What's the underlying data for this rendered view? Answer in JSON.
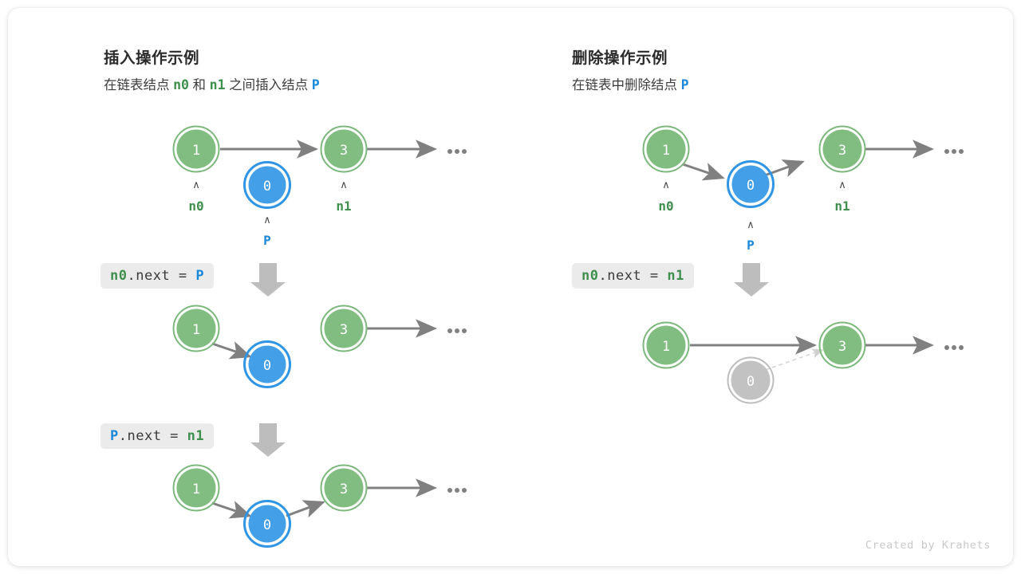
{
  "card": {
    "credit": "Created by Krahets"
  },
  "colors": {
    "node_green_fill": "#81bd81",
    "node_green_ring": "#7cb87c",
    "node_blue_fill": "#43a0e8",
    "node_blue_ring": "#2f95e4",
    "node_gray_fill": "#c2c2c2",
    "node_gray_ring": "#bdbdbd",
    "arrow_gray": "#808080",
    "arrow_dashed": "#d6d6d6",
    "label_green": "#3f8f4f",
    "label_blue": "#1a87d8",
    "chip_bg": "#ebebeb",
    "text_dark": "#2b2b2b",
    "caret_gray": "#4a4a4a",
    "dots_gray": "#808080"
  },
  "panels": [
    {
      "id": "insert",
      "title": "插入操作示例",
      "subtitle_parts": [
        {
          "text": "在链表结点 ",
          "style": "plain"
        },
        {
          "text": "n0",
          "style": "green-mono"
        },
        {
          "text": " 和 ",
          "style": "plain"
        },
        {
          "text": "n1",
          "style": "green-mono"
        },
        {
          "text": " 之间插入结点 ",
          "style": "plain"
        },
        {
          "text": "P",
          "style": "blue-mono"
        }
      ],
      "steps": [
        {
          "code": null,
          "nodes": [
            {
              "value": "1",
              "color": "green",
              "label": "n0",
              "label_color": "green",
              "caret": true
            },
            {
              "value": "0",
              "color": "blue",
              "label": "P",
              "label_color": "blue",
              "caret": true
            },
            {
              "value": "3",
              "color": "green",
              "label": "n1",
              "label_color": "green",
              "caret": true
            }
          ],
          "edges": [
            "1 -> 3",
            "3 -> ..."
          ]
        },
        {
          "code": {
            "parts": [
              {
                "text": "n0",
                "style": "green-mono"
              },
              {
                "text": ".next = ",
                "style": "plain"
              },
              {
                "text": "P",
                "style": "blue-mono"
              }
            ]
          },
          "nodes": [
            {
              "value": "1",
              "color": "green"
            },
            {
              "value": "0",
              "color": "blue"
            },
            {
              "value": "3",
              "color": "green"
            }
          ],
          "edges": [
            "1 -> 0 (diagonal)",
            "3 -> ..."
          ]
        },
        {
          "code": {
            "parts": [
              {
                "text": "P",
                "style": "blue-mono"
              },
              {
                "text": ".next = ",
                "style": "plain"
              },
              {
                "text": "n1",
                "style": "green-mono"
              }
            ]
          },
          "nodes": [
            {
              "value": "1",
              "color": "green"
            },
            {
              "value": "0",
              "color": "blue"
            },
            {
              "value": "3",
              "color": "green"
            }
          ],
          "edges": [
            "1 -> 0 (diagonal)",
            "0 -> 3 (diagonal)",
            "3 -> ..."
          ]
        }
      ]
    },
    {
      "id": "delete",
      "title": "删除操作示例",
      "subtitle_parts": [
        {
          "text": "在链表中删除结点 ",
          "style": "plain"
        },
        {
          "text": "P",
          "style": "blue-mono"
        }
      ],
      "steps": [
        {
          "code": null,
          "nodes": [
            {
              "value": "1",
              "color": "green",
              "label": "n0",
              "label_color": "green",
              "caret": true
            },
            {
              "value": "0",
              "color": "blue",
              "label": "P",
              "label_color": "blue",
              "caret": true
            },
            {
              "value": "3",
              "color": "green",
              "label": "n1",
              "label_color": "green",
              "caret": true
            }
          ],
          "edges": [
            "1 -> 0 (diagonal)",
            "0 -> 3 (diagonal)",
            "3 -> ..."
          ]
        },
        {
          "code": {
            "parts": [
              {
                "text": "n0",
                "style": "green-mono"
              },
              {
                "text": ".next = ",
                "style": "plain"
              },
              {
                "text": "n1",
                "style": "green-mono"
              }
            ]
          },
          "nodes": [
            {
              "value": "1",
              "color": "green"
            },
            {
              "value": "0",
              "color": "gray"
            },
            {
              "value": "3",
              "color": "green"
            }
          ],
          "edges": [
            "1 -> 3",
            "0 -> 3 (dashed)",
            "3 -> ..."
          ]
        }
      ]
    }
  ],
  "node_values": {
    "n0_value": "1",
    "p_value": "0",
    "n1_value": "3",
    "ellipsis": "..."
  },
  "labels": {
    "n0": "n0",
    "n1": "n1",
    "p": "P"
  }
}
